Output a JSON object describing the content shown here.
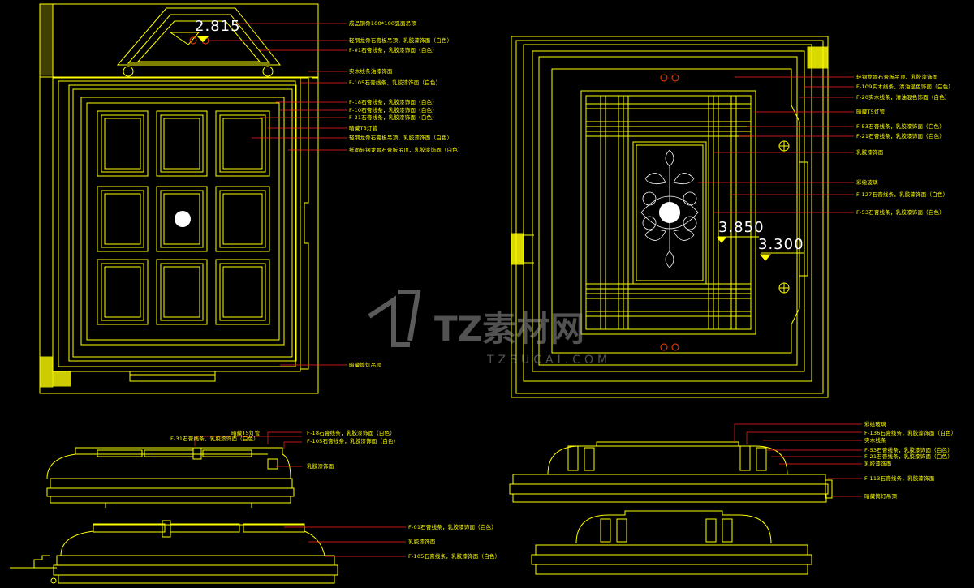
{
  "colors": {
    "background": "#000000",
    "linework": "#ffff00",
    "leader": "#ff2020",
    "fixture": "#ffffff",
    "lamp": "#ff4000"
  },
  "levels": {
    "left_plan": "2.815",
    "right_plan_1": "3.850",
    "right_plan_2": "3.300"
  },
  "annotations": {
    "left_plan": [
      "成品钢骨100*100弧面吊顶",
      "轻钢龙骨石膏板吊顶，乳胶漆饰面（白色）",
      "F-01石膏线条，乳胶漆饰面（白色）",
      "实木线条油漆饰面",
      "F-105石膏线条，乳胶漆饰面（白色）",
      "F-18石膏线条，乳胶漆饰面（白色）",
      "F-10石膏线条，乳胶漆饰面（白色）",
      "F-31石膏线条，乳胶漆饰面（白色）",
      "暗藏T5灯管",
      "轻钢龙骨石膏板吊顶，乳胶漆饰面（白色）",
      "纸面轻钢龙骨石膏板吊顶，乳胶漆饰面（白色）",
      "暗藏筒灯吊顶"
    ],
    "right_plan": [
      "轻钢龙骨石膏板吊顶，乳胶漆饰面",
      "F-109实木线条，清油混色饰面（白色）",
      "F-20实木线条，清油混色饰面（白色）",
      "暗藏T5灯管",
      "F-53石膏线条，乳胶漆饰面（白色）",
      "F-21石膏线条，乳胶漆饰面（白色）",
      "乳胶漆饰面",
      "彩绘玻璃",
      "F-127石膏线条，乳胶漆饰面（白色）",
      "F-53石膏线条，乳胶漆饰面（白色）"
    ],
    "left_section_1": [
      "暗藏T5灯管",
      "F-31石膏线条，乳胶漆饰面（白色）",
      "F-18石膏线条，乳胶漆饰面（白色）",
      "F-105石膏线条，乳胶漆饰面（白色）",
      "乳胶漆饰面"
    ],
    "left_section_2": [
      "F-01石膏线条，乳胶漆饰面（白色）",
      "乳胶漆饰面",
      "F-105石膏线条，乳胶漆饰面（白色）"
    ],
    "right_section": [
      "彩绘玻璃",
      "F-136石膏线条，乳胶漆饰面（白色）",
      "实木线条",
      "F-53石膏线条，乳胶漆饰面（白色）",
      "F-21石膏线条，乳胶漆饰面（白色）",
      "乳胶漆饰面",
      "F-113石膏线条，乳胶漆饰面",
      "暗藏筒灯吊顶"
    ]
  },
  "watermark": {
    "brand": "TZ素材网",
    "url": "TZSUCAI.COM"
  }
}
